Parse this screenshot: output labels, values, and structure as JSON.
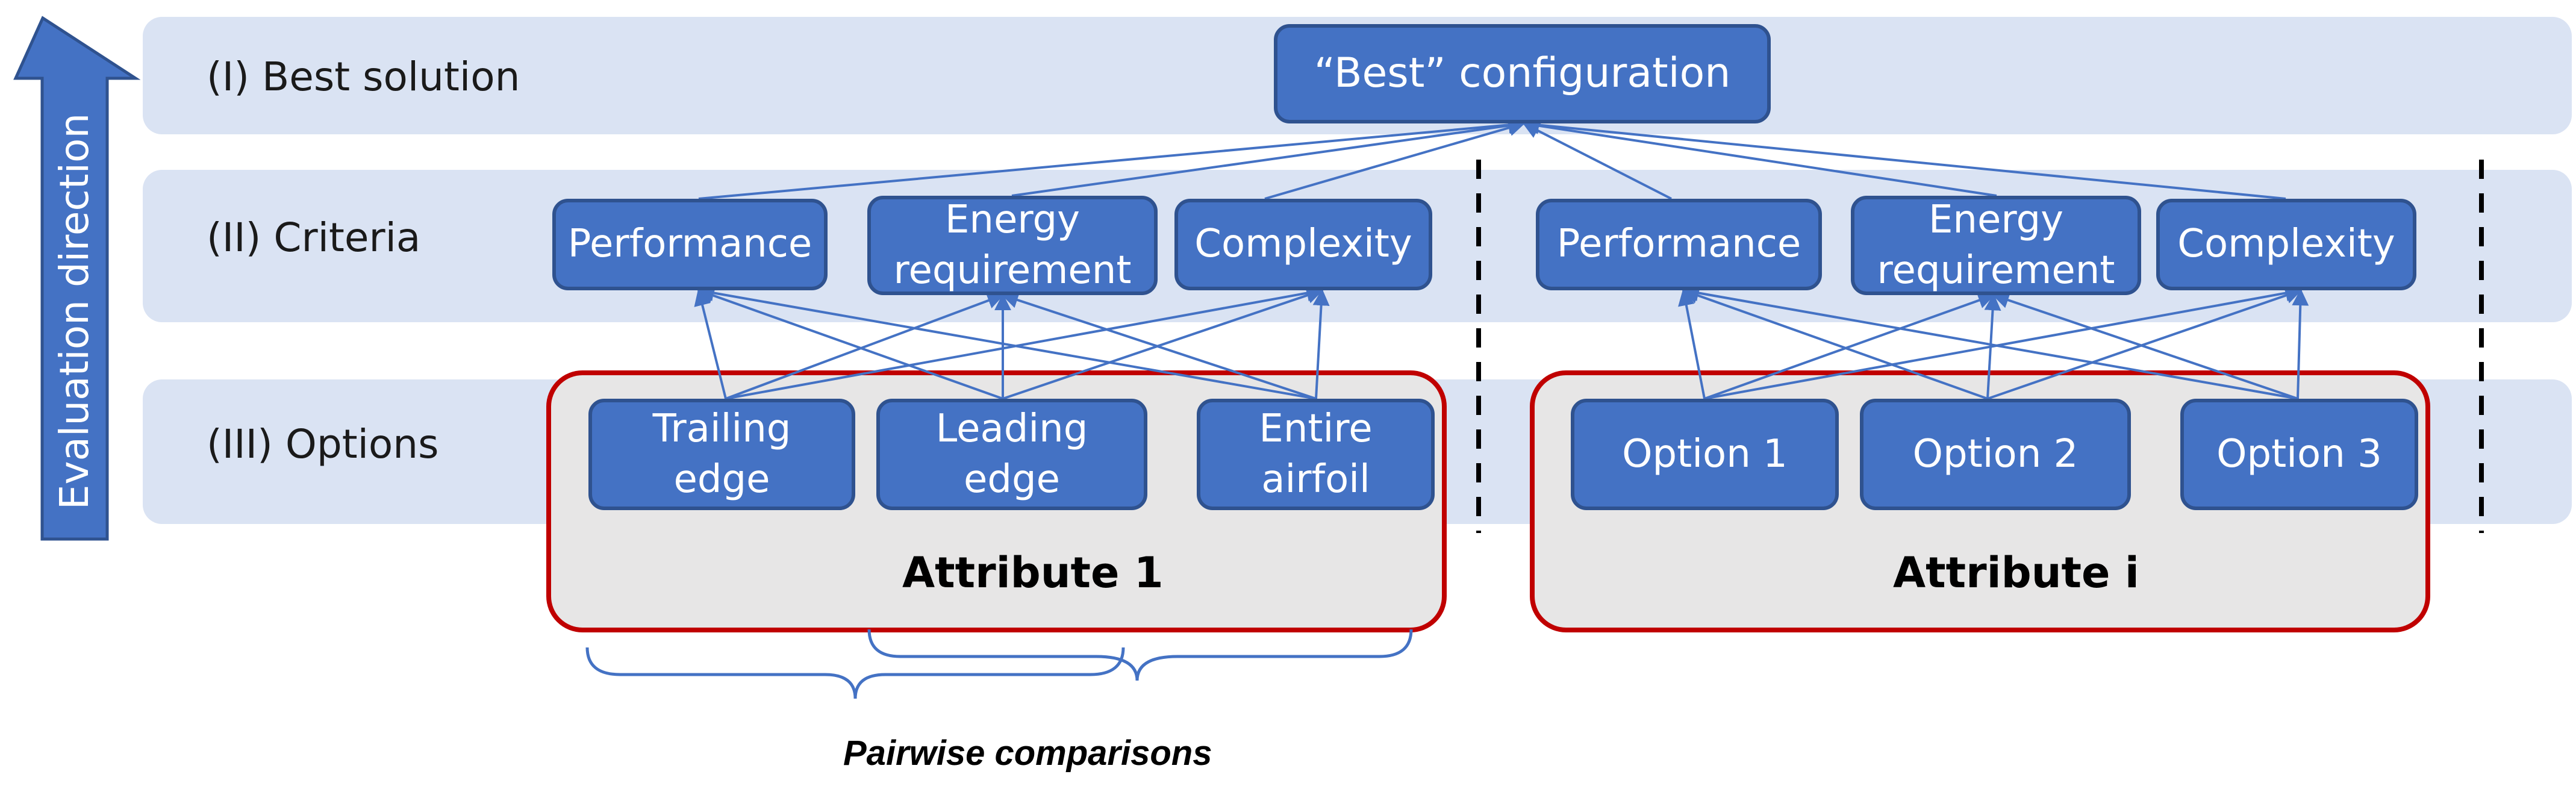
{
  "levels": {
    "best": "(I) Best solution",
    "criteria": "(II) Criteria",
    "options": "(III) Options"
  },
  "evaluation_direction": "Evaluation direction",
  "best_configuration": "“Best” configuration",
  "attribute_1": {
    "criteria": [
      "Performance",
      "Energy\nrequirement",
      "Complexity"
    ],
    "options": [
      "Trailing\nedge",
      "Leading\nedge",
      "Entire\nairfoil"
    ],
    "label": "Attribute 1"
  },
  "attribute_i": {
    "criteria": [
      "Performance",
      "Energy\nrequirement",
      "Complexity"
    ],
    "options": [
      "Option 1",
      "Option 2",
      "Option 3"
    ],
    "label": "Attribute i"
  },
  "pairwise_caption": "Pairwise comparisons",
  "colors": {
    "band": "#dae3f3",
    "box_fill": "#4472c4",
    "box_border": "#2f528f",
    "attribute_fill": "#e7e6e6",
    "attribute_border": "#c00000",
    "connector": "#4472c4"
  }
}
